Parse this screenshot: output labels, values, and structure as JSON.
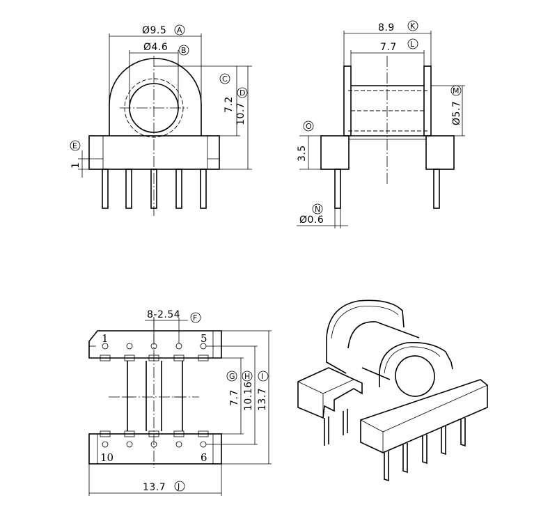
{
  "dimensions": {
    "A": {
      "letter": "A",
      "value": "Ø9.5"
    },
    "B": {
      "letter": "B",
      "value": "Ø4.6"
    },
    "C": {
      "letter": "C",
      "value": ""
    },
    "D": {
      "letter": "D",
      "value": "10.7"
    },
    "C_value": "7.2",
    "E": {
      "letter": "E",
      "value": "1"
    },
    "F": {
      "letter": "F",
      "value": "8-2.54"
    },
    "G": {
      "letter": "G",
      "value": "7.7"
    },
    "H": {
      "letter": "H",
      "value": "10.16"
    },
    "I": {
      "letter": "I",
      "value": "13.7"
    },
    "J": {
      "letter": "J",
      "value": "13.7"
    },
    "K": {
      "letter": "K",
      "value": "8.9"
    },
    "L": {
      "letter": "L",
      "value": "7.7"
    },
    "M": {
      "letter": "M",
      "value": "Ø5.7"
    },
    "N": {
      "letter": "N",
      "value": "Ø0.6"
    },
    "O": {
      "letter": "O",
      "value": "3.5"
    }
  },
  "pins": {
    "p1": "1",
    "p5": "5",
    "p6": "6",
    "p10": "10"
  }
}
